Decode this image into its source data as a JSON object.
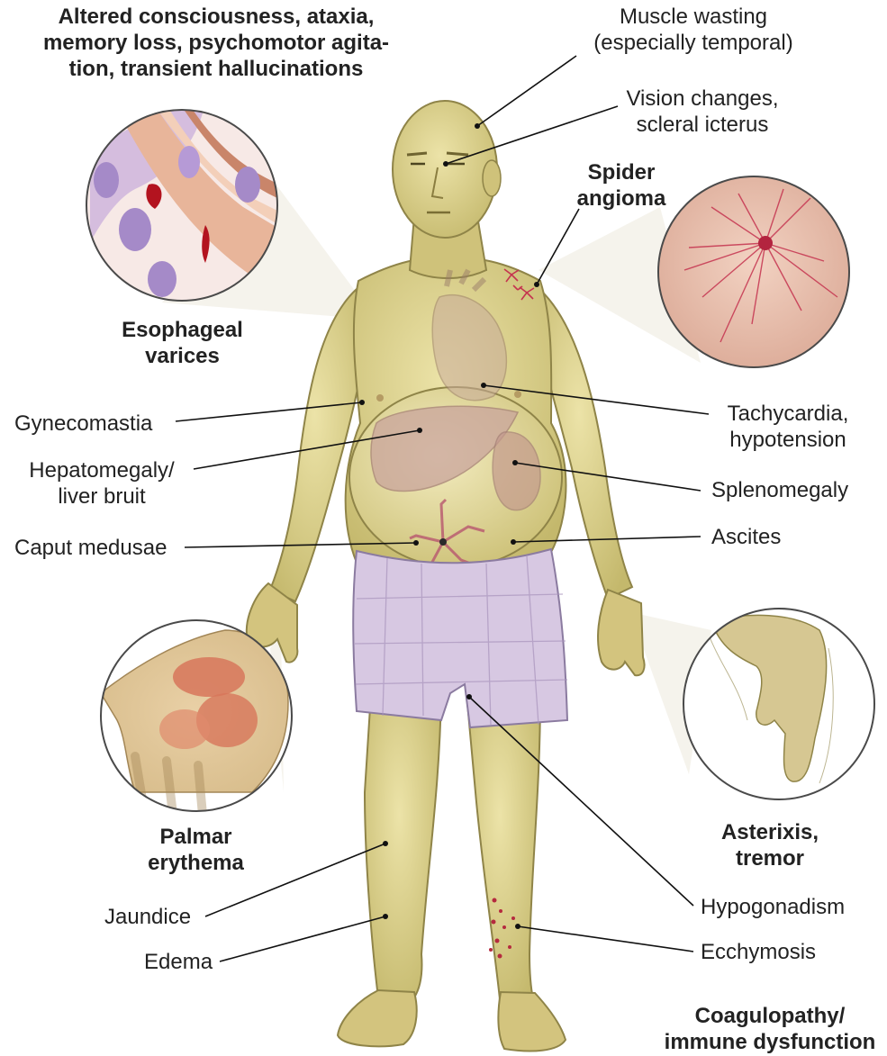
{
  "labels": {
    "altered_consciousness": [
      "Altered consciousness, ataxia,",
      "memory loss, psychomotor agita-",
      "tion, transient hallucinations"
    ],
    "muscle_wasting": [
      "Muscle wasting",
      "(especially temporal)"
    ],
    "vision_changes": [
      "Vision changes,",
      "scleral icterus"
    ],
    "spider_angioma": [
      "Spider",
      "angioma"
    ],
    "esophageal_varices": [
      "Esophageal",
      "varices"
    ],
    "gynecomastia": "Gynecomastia",
    "tachycardia": [
      "Tachycardia,",
      "hypotension"
    ],
    "hepatomegaly": [
      "Hepatomegaly/",
      "liver bruit"
    ],
    "splenomegaly": "Splenomegaly",
    "caput_medusae": "Caput medusae",
    "ascites": "Ascites",
    "palmar_erythema": [
      "Palmar",
      "erythema"
    ],
    "asterixis": [
      "Asterixis,",
      "tremor"
    ],
    "jaundice": "Jaundice",
    "hypogonadism": "Hypogonadism",
    "edema": "Edema",
    "ecchymosis": "Ecchymosis",
    "coagulopathy": [
      "Coagulopathy/",
      "immune dysfunction"
    ]
  },
  "colors": {
    "skin": "#d9cf8a",
    "skin_shadow": "#b7ab62",
    "shorts": "#d7c8e2",
    "shorts_lines": "#a994bd",
    "liver": "#c9a49c",
    "spleen": "#c49a8e",
    "heart": "#c8ab9a",
    "angioma_bg": "#e9c5b4",
    "angioma_vessel": "#c5334f",
    "varices_vein": "#a58ac8",
    "esophagus": "#e8b59a",
    "blood": "#b3131f",
    "palm_red": "#d7765a",
    "bruise": "#b52a3e",
    "leader_line": "#111111"
  }
}
